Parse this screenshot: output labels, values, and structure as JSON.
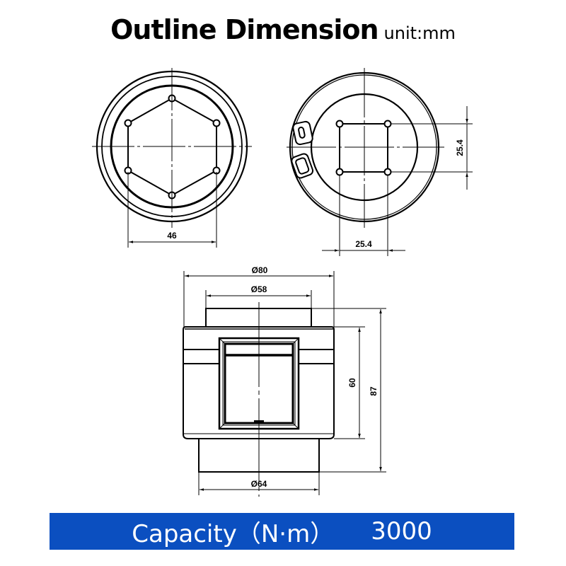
{
  "header": {
    "title": "Outline Dimension",
    "unit": "unit:mm"
  },
  "views": {
    "top_view_hex": {
      "shape": "hexagon socket",
      "dimension_width": "46"
    },
    "top_view_square": {
      "shape": "square drive",
      "dimension_horizontal": "25.4",
      "dimension_vertical": "25.4"
    },
    "side_view": {
      "dimension_outer_diameter": "Ø80",
      "dimension_top_diameter": "Ø58",
      "dimension_bottom_diameter": "Ø64",
      "dimension_body_height": "60",
      "dimension_total_height": "87"
    }
  },
  "banner": {
    "label": "Capacity（N·m）",
    "value": "3000",
    "background_color": "#0b4fc0",
    "text_color": "#ffffff"
  },
  "colors": {
    "line": "#000000",
    "background": "#ffffff"
  }
}
